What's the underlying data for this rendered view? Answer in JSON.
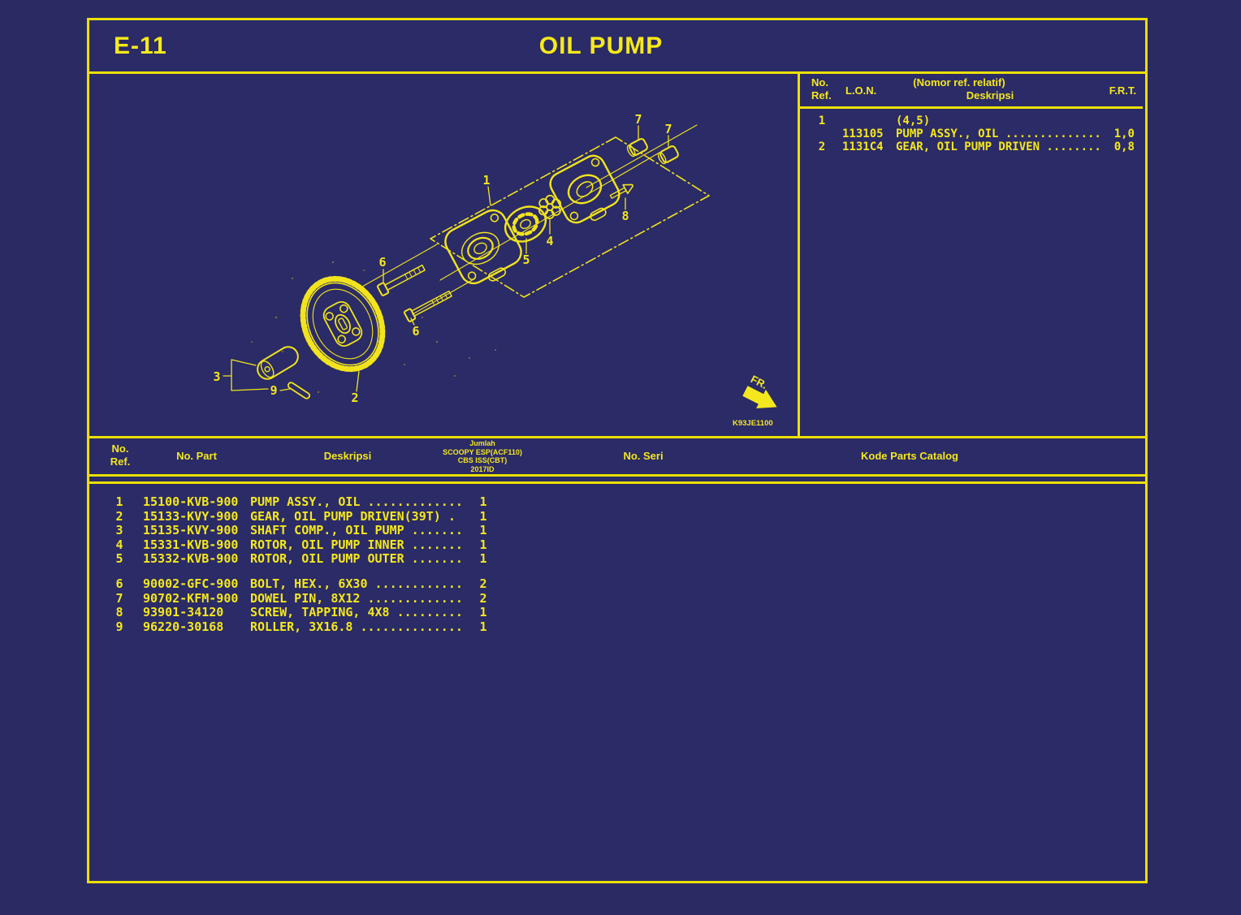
{
  "page": {
    "code": "E-11",
    "title": "OIL PUMP"
  },
  "colors": {
    "background": "#2b2b67",
    "line": "#ece005",
    "text": "#f4e71d"
  },
  "ref_table": {
    "headers": {
      "no": "No.",
      "ref": "Ref.",
      "lon": "L.O.N.",
      "desc_line1": "(Nomor ref. relatif)",
      "desc_line2": "Deskripsi",
      "frt": "F.R.T."
    },
    "rows": [
      {
        "ref": "1",
        "lon": "",
        "desc": "(4,5)",
        "frt": ""
      },
      {
        "ref": "",
        "lon": "113105",
        "desc": "PUMP ASSY., OIL ..............",
        "frt": "1,0"
      },
      {
        "ref": "2",
        "lon": "1131C4",
        "desc": "GEAR, OIL PUMP DRIVEN ........",
        "frt": "0,8"
      }
    ]
  },
  "diagram": {
    "labels": {
      "l1": "1",
      "l2": "2",
      "l3": "3",
      "l4": "4",
      "l5": "5",
      "l6a": "6",
      "l6b": "6",
      "l7a": "7",
      "l7b": "7",
      "l8": "8",
      "l9": "9"
    },
    "fr_label": "FR.",
    "drawing_code": "K93JE1100"
  },
  "parts_table": {
    "headers": {
      "no": "No.",
      "ref": "Ref.",
      "no_part": "No. Part",
      "deskripsi": "Deskripsi",
      "jumlah_line1": "Jumlah",
      "jumlah_line2": "SCOOPY ESP(ACF110)",
      "jumlah_line3": "CBS ISS(CBT)",
      "jumlah_line4": "2017ID",
      "no_seri": "No. Seri",
      "kode": "Kode Parts Catalog"
    },
    "groups": [
      [
        {
          "ref": "1",
          "part": "15100-KVB-900",
          "desc": "PUMP ASSY., OIL .............",
          "qty": "1"
        },
        {
          "ref": "2",
          "part": "15133-KVY-900",
          "desc": "GEAR, OIL PUMP DRIVEN(39T) .",
          "qty": "1"
        },
        {
          "ref": "3",
          "part": "15135-KVY-900",
          "desc": "SHAFT COMP., OIL PUMP .......",
          "qty": "1"
        },
        {
          "ref": "4",
          "part": "15331-KVB-900",
          "desc": "ROTOR, OIL PUMP INNER .......",
          "qty": "1"
        },
        {
          "ref": "5",
          "part": "15332-KVB-900",
          "desc": "ROTOR, OIL PUMP OUTER .......",
          "qty": "1"
        }
      ],
      [
        {
          "ref": "6",
          "part": "90002-GFC-900",
          "desc": "BOLT, HEX., 6X30 ............",
          "qty": "2"
        },
        {
          "ref": "7",
          "part": "90702-KFM-900",
          "desc": "DOWEL PIN, 8X12 .............",
          "qty": "2"
        },
        {
          "ref": "8",
          "part": "93901-34120",
          "desc": "SCREW, TAPPING, 4X8 .........",
          "qty": "1"
        },
        {
          "ref": "9",
          "part": "96220-30168",
          "desc": "ROLLER, 3X16.8 ..............",
          "qty": "1"
        }
      ]
    ]
  }
}
